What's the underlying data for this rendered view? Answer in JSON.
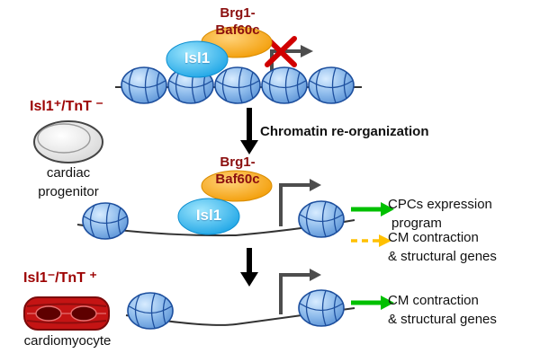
{
  "colors": {
    "label_red": "#9c0000",
    "complex_text_red": "#8b0f0f",
    "isl1_fill": "#2bb7ec",
    "complex_orange": "#f5a41e",
    "nucleosome_blue": "#7fb3e8",
    "nucleosome_stroke": "#1d4f9e",
    "green_arrow": "#00c000",
    "yellow_arrow": "#ffc000",
    "block_x_red": "#d00000"
  },
  "top": {
    "complex_line1": "Brg1-",
    "complex_line2": "Baf60c",
    "tf": "Isl1"
  },
  "transition": "Chromatin re-organization",
  "progenitor": {
    "marker": "Isl1⁺/TnT ⁻",
    "label_line1": "cardiac",
    "label_line2": "progenitor"
  },
  "middle": {
    "complex_line1": "Brg1-",
    "complex_line2": "Baf60c",
    "tf": "Isl1",
    "out_green_line1": "CPCs expression",
    "out_green_line2": "program",
    "out_yellow_line1": "CM contraction",
    "out_yellow_line2": "& structural genes"
  },
  "myocyte": {
    "marker": "Isl1⁻/TnT ⁺",
    "label": "cardiomyocyte"
  },
  "bottom": {
    "out_line1": "CM contraction",
    "out_line2": "& structural genes"
  }
}
